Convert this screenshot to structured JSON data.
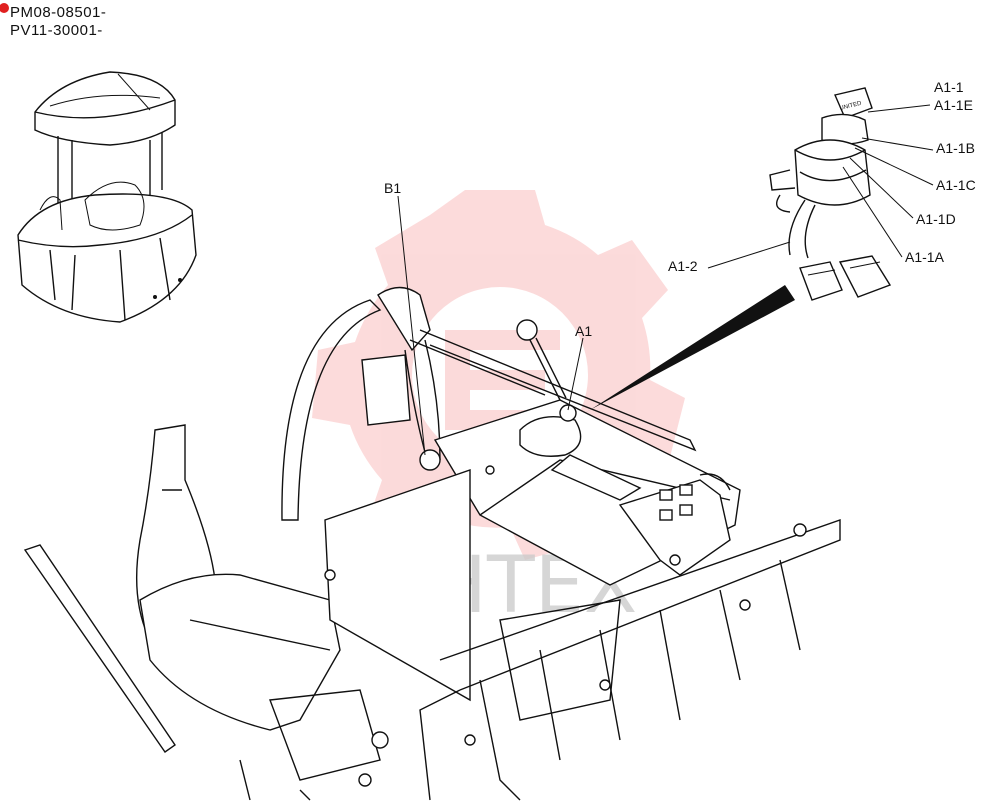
{
  "serial_numbers": [
    "PM08-08501-",
    "PV11-30001-"
  ],
  "watermark": {
    "text": "ИНТЕХ",
    "color": "#f05a5a"
  },
  "callouts": {
    "a1_1": "A1-1",
    "a1_1e": "A1-1E",
    "a1_1b": "A1-1B",
    "a1_1c": "A1-1C",
    "a1_1d": "A1-1D",
    "a1_1a": "A1-1A",
    "a1_2": "A1-2",
    "a1": "A1",
    "b1": "B1"
  },
  "key_text": "UNITED"
}
